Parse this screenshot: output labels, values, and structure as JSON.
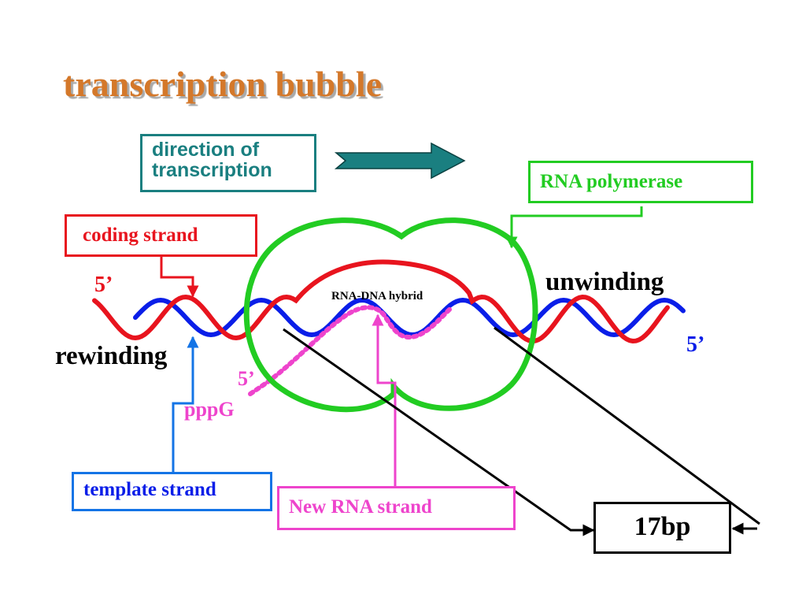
{
  "title": "transcription bubble",
  "direction_box": {
    "line1": "direction of",
    "line2": "transcription"
  },
  "labels": {
    "rna_polymerase": "RNA polymerase",
    "coding_strand": "coding strand",
    "template_strand": "template strand",
    "new_rna_strand": "New  RNA strand",
    "bp_count": "17bp",
    "unwinding": "unwinding",
    "rewinding": "rewinding",
    "rna_dna_hybrid": "RNA-DNA hybrid",
    "five_prime_coding": "5’",
    "five_prime_template": "5’",
    "five_prime_rna": "5’",
    "pppg": "pppG"
  },
  "colors": {
    "title": "#d4782a",
    "direction": "#1a7f80",
    "polymerase": "#22cc22",
    "coding_strand": "#e8141e",
    "template_strand": "#0a1ee8",
    "template_box": "#1474e6",
    "rna_strand": "#ee44cc",
    "connector": "#000000"
  },
  "icons": [
    "direction-arrow-icon",
    "polymerase-bubble-icon",
    "callout-arrowhead-icon"
  ]
}
